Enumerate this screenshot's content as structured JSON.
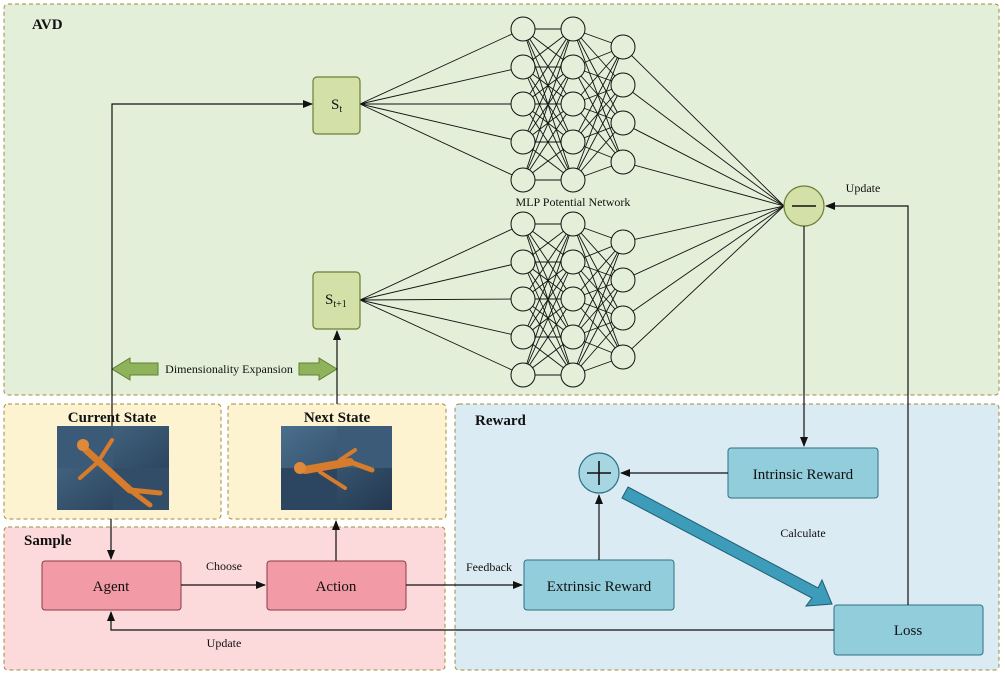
{
  "sections": {
    "avd": "AVD",
    "current_state": "Current State",
    "next_state": "Next State",
    "reward": "Reward",
    "sample": "Sample"
  },
  "state_nodes": {
    "st_main": "S",
    "st_sub": "t",
    "st1_main": "S",
    "st1_sub": "t+1"
  },
  "network": {
    "label": "MLP Potential Network",
    "minus_symbol": "—"
  },
  "dimensionality_label": "Dimensionality Expansion",
  "boxes": {
    "agent": "Agent",
    "action": "Action",
    "extrinsic_reward": "Extrinsic Reward",
    "intrinsic_reward": "Intrinsic Reward",
    "loss": "Loss"
  },
  "arrow_labels": {
    "choose": "Choose",
    "feedback": "Feedback",
    "update_bottom": "Update",
    "update_top": "Update",
    "calculate": "Calculate"
  },
  "colors": {
    "avd_bg": "#e3efd9",
    "state_bg": "#fdf3d0",
    "sample_bg": "#fcd9da",
    "reward_bg": "#dbebf3",
    "agent_fill": "#f29aa6",
    "reward_box_fill": "#92cddb",
    "state_node_fill": "#d3e0a8",
    "minus_fill": "#d3e0a8",
    "plus_fill": "#a7d6e3",
    "expansion_arrow": "#8fb35b",
    "calc_arrow": "#3d9cb9"
  }
}
